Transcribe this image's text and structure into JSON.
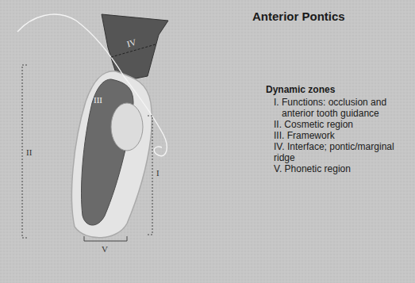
{
  "diagram": {
    "title": "Anterior Pontics",
    "labels": [
      "II",
      "III",
      "IV",
      "I",
      "V",
      "Dynamic zones",
      "I. Functions: occlusion and anterior tooth guidance",
      "II. Cosmetic region",
      "III. Framework",
      "IV. Interface; pontic/marginal ridge",
      "V. Phonetic region"
    ]
  }
}
